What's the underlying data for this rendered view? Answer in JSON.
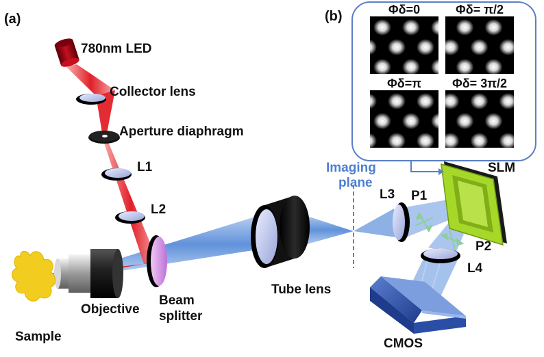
{
  "panel_a": {
    "label": "(a)"
  },
  "panel_b": {
    "label": "(b)"
  },
  "components": {
    "led": "780nm LED",
    "collector_lens": "Collector lens",
    "aperture_diaphragm": "Aperture diaphragm",
    "l1": "L1",
    "l2": "L2",
    "objective": "Objective",
    "beam_splitter_line1": "Beam",
    "beam_splitter_line2": "splitter",
    "sample": "Sample",
    "tube_lens": "Tube lens",
    "imaging_plane_line1": "Imaging",
    "imaging_plane_line2": "plane",
    "l3": "L3",
    "p1": "P1",
    "p2": "P2",
    "l4": "L4",
    "slm": "SLM",
    "cmos": "CMOS"
  },
  "phase_patterns": [
    {
      "label": "Φδ=0",
      "shift": 0.0
    },
    {
      "label": "Φδ= π/2",
      "shift": 0.25
    },
    {
      "label": "Φδ=π",
      "shift": 0.5
    },
    {
      "label": "Φδ= 3π/2",
      "shift": 0.75
    }
  ],
  "colors": {
    "red_beam": "#e0141e",
    "blue_beam": "#4f86d6",
    "imaging_label": "#4d7fd0",
    "slm_green": "#a6d829",
    "panel_border": "#5a7fc4",
    "sample_yellow": "#f2cc1f"
  }
}
